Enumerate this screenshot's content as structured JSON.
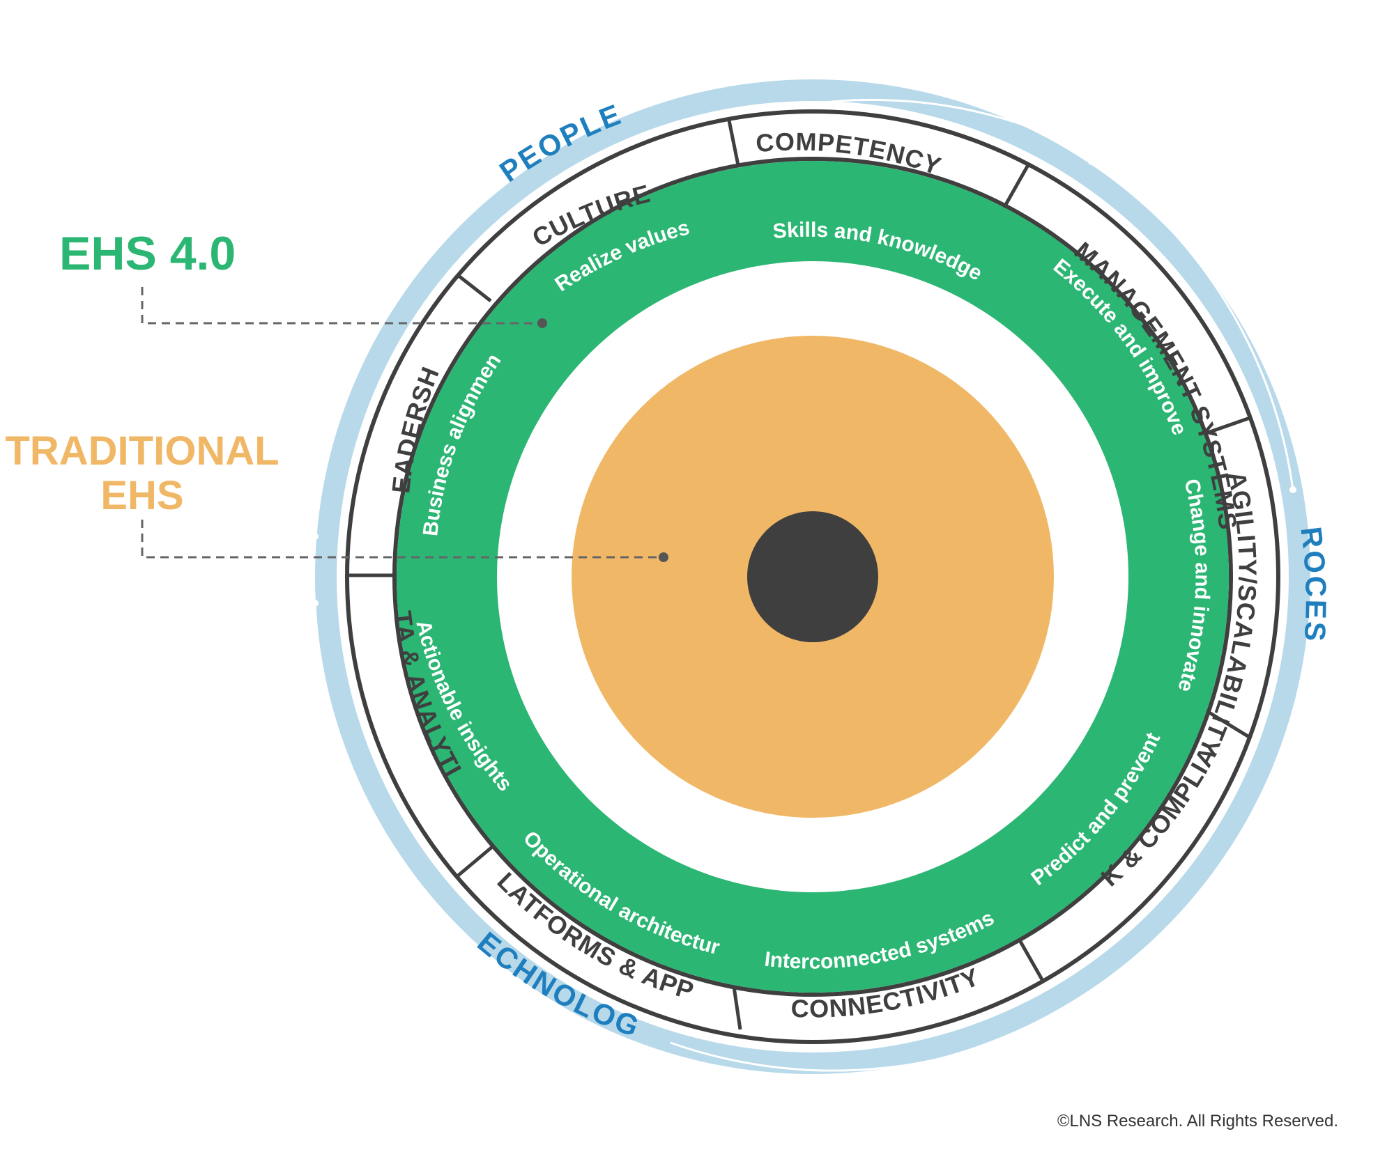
{
  "legend": {
    "ehs40": "EHS 4.0",
    "traditional_line1": "TRADITIONAL",
    "traditional_line2": "EHS"
  },
  "groups": {
    "people": "PEOPLE",
    "process": "PROCESS",
    "technology": "TECHNOLOGY"
  },
  "segments": [
    "COMPETENCY",
    "MANAGEMENT SYSTEMS",
    "AGILITY/SCALABILITY",
    "RISK & COMPLIANCE",
    "CONNECTIVITY",
    "PLATFORMS & APPS",
    "DATA & ANALYTICS",
    "LEADERSHIP",
    "CULTURE"
  ],
  "green_labels": [
    "Skills and knowledge",
    "Execute and improve",
    "Change and innovate",
    "Predict and prevent",
    "Interconnected systems",
    "Operational architecture",
    "Actionable insights",
    "Business alignment",
    "Realize values"
  ],
  "copyright": "©LNS Research. All Rights Reserved.",
  "colors": {
    "green": "#2bb673",
    "orange": "#f0b866",
    "core": "#3f3f3f",
    "ring_blue": "#b7d9ea",
    "group_blue": "#1f7fbe"
  }
}
